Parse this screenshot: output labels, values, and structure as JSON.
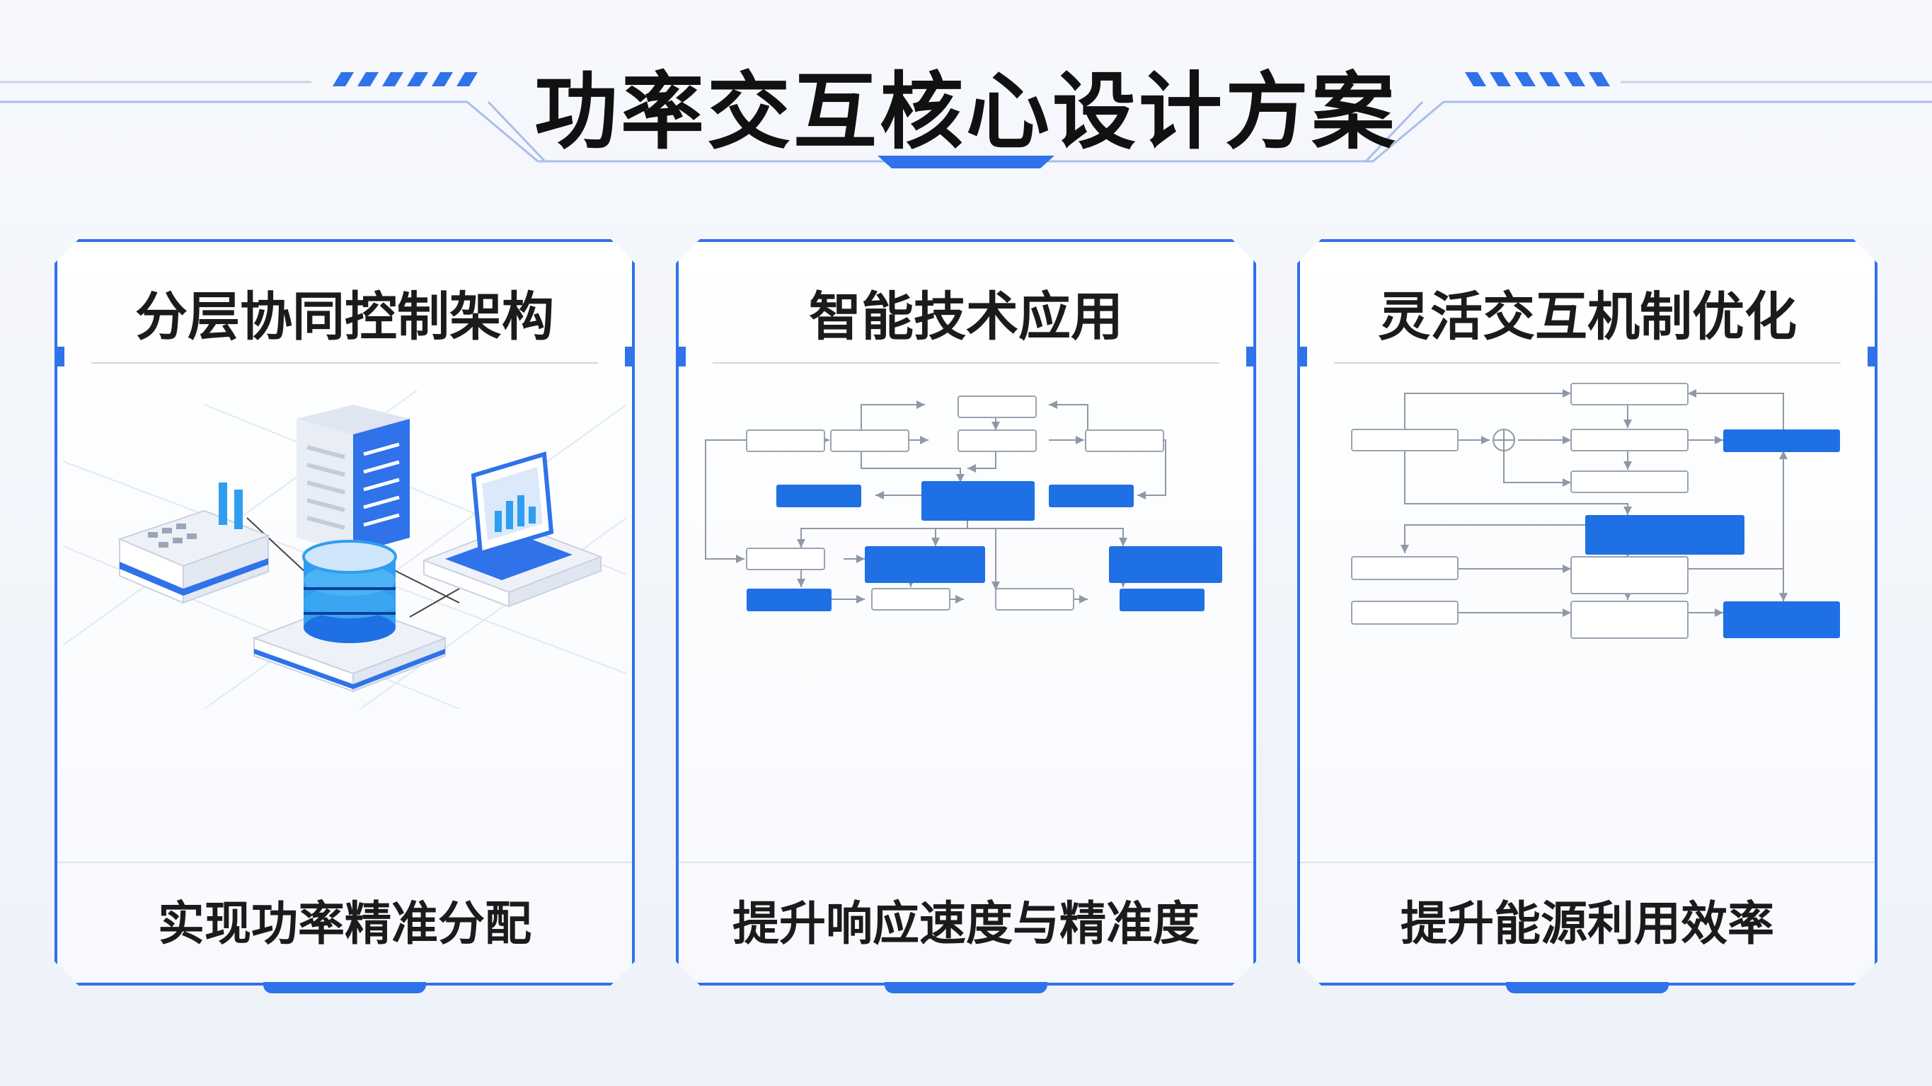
{
  "title": "功率交互核心设计方案",
  "colors": {
    "accent": "#2f72ea",
    "node_fill": "#1f6fe5",
    "node_border": "#9aa4b2",
    "line": "#8f98a6"
  },
  "cards": [
    {
      "title": "分层协同控制架构",
      "caption": "实现功率精准分配",
      "art": "isometric-server-network"
    },
    {
      "title": "智能技术应用",
      "caption": "提升响应速度与精准度",
      "art": "flowchart"
    },
    {
      "title": "灵活交互机制优化",
      "caption": "提升能源利用效率",
      "art": "flowchart"
    }
  ]
}
